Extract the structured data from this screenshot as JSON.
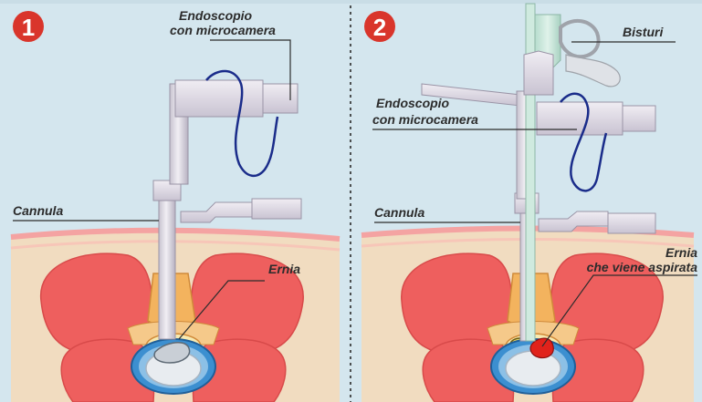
{
  "panels": [
    {
      "number": "1",
      "labels": {
        "endoscope_line1": "Endoscopio",
        "endoscope_line2": "con microcamera",
        "cannula": "Cannula",
        "hernia": "Ernia"
      }
    },
    {
      "number": "2",
      "labels": {
        "scalpel": "Bisturi",
        "endoscope_line1": "Endoscopio",
        "endoscope_line2": "con microcamera",
        "cannula": "Cannula",
        "hernia_line1": "Ernia",
        "hernia_line2": "che viene aspirata"
      }
    }
  ],
  "colors": {
    "background": "#d4e6ee",
    "skin": "#f1dcc0",
    "skin_edge": "#f4a3a2",
    "muscle": "#ee5f5e",
    "badge": "#d9352b",
    "instrument": "#dcd8e0",
    "instrument_edge": "#9a94a6",
    "cable": "#1a2c8a",
    "divider": "#2a2a2a"
  }
}
